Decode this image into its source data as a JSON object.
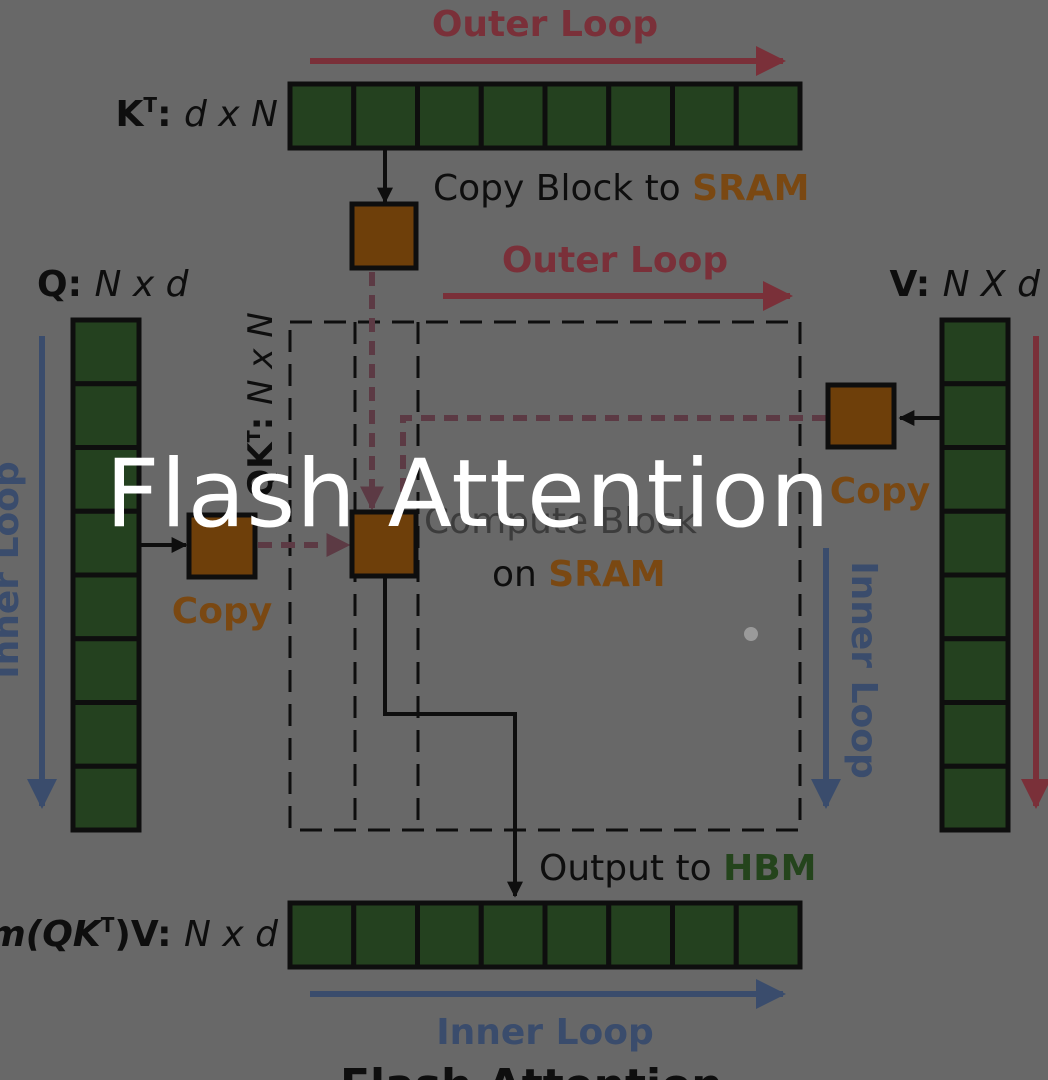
{
  "colors": {
    "background": "#686868",
    "green_block": "#24411f",
    "orange_block": "#6e3f0a",
    "outer_red": "#7a3039",
    "inner_blue": "#3a4c6c",
    "dashed_purple": "#5c3a44",
    "sram_orange": "#7a4812",
    "hbm_green": "#24441c",
    "text_dark": "#0e0e0e"
  },
  "title_overlay": "Flash Attention",
  "diagram": {
    "outer_loop_top": "Outer Loop",
    "outer_loop_mid": "Outer Loop",
    "inner_loop_left": "Inner Loop",
    "inner_loop_right": "Inner Loop",
    "inner_loop_bottom": "Inner Loop",
    "kt_label": {
      "main": "K",
      "sup": "T",
      "colon": ": ",
      "dims": "d x N"
    },
    "q_label": {
      "main": "Q: ",
      "dims": "N x d"
    },
    "v_label": {
      "main": "V: ",
      "dims": "N X d"
    },
    "qkt_label": {
      "main": "QK",
      "sup": "T",
      "colon": ": ",
      "dims": "N x N"
    },
    "out_label": {
      "main": "sm(QK",
      "sup": "T",
      "tail": ")V: ",
      "dims": "N x d"
    },
    "copy_block_text": "Copy Block to ",
    "copy_block_sram": "SRAM",
    "copy_left": "Copy",
    "copy_right": "Copy",
    "compute_block": "Compute Block",
    "compute_on": "on ",
    "compute_sram": "SRAM",
    "output_to": "Output to ",
    "output_hbm": "HBM",
    "caption_cut": "Flash Attention"
  }
}
